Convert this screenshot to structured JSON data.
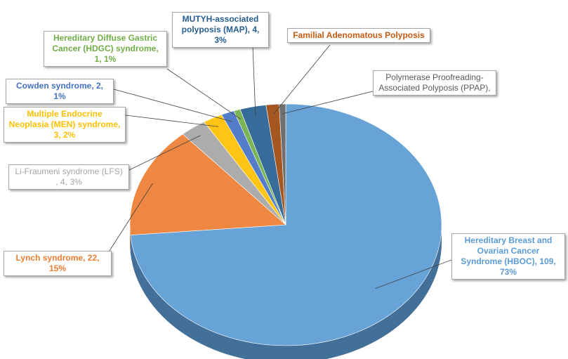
{
  "chart_data": {
    "type": "pie",
    "title": "",
    "slices": [
      {
        "label": "Hereditary Breast and Ovarian Cancer Syndrome (HBOC), 109, 73%",
        "value": 109,
        "percent": 73,
        "color": "#5B9BD5"
      },
      {
        "label": "Lynch syndrome, 22, 15%",
        "value": 22,
        "percent": 15,
        "color": "#ED7D31"
      },
      {
        "label": "Li-Fraumeni syndrome (LFS) , 4, 3%",
        "value": 4,
        "percent": 3,
        "color": "#A5A5A5"
      },
      {
        "label": "Multiple Endocrine Neoplasia (MEN) syndrome, 3, 2%",
        "value": 3,
        "percent": 2,
        "color": "#FFC000"
      },
      {
        "label": "Cowden syndrome, 2, 1%",
        "value": 2,
        "percent": 1,
        "color": "#4472C4"
      },
      {
        "label": "Hereditary Diffuse Gastric Cancer (HDGC) syndrome, 1, 1%",
        "value": 1,
        "percent": 1,
        "color": "#70AD47"
      },
      {
        "label": "MUTYH-associated polyposis (MAP), 4, 3%",
        "value": 4,
        "percent": 3,
        "color": "#255E91"
      },
      {
        "label": "Familial Adenomatous Polyposis",
        "value": 2,
        "percent": 1,
        "color": "#9E480E"
      },
      {
        "label": "Polymerase Proofreading-Associated Polyposis (PPAP),",
        "value": 1,
        "percent": 1,
        "color": "#636363"
      }
    ],
    "label_colors": {
      "hboc": "#5B9BD5",
      "lynch": "#ED7D31",
      "lfs": "#A5A5A5",
      "men": "#FFC000",
      "cowden": "#4472C4",
      "hdgc": "#70AD47",
      "map": "#255E91",
      "fap": "#C55A11",
      "ppap": "#595959"
    }
  }
}
